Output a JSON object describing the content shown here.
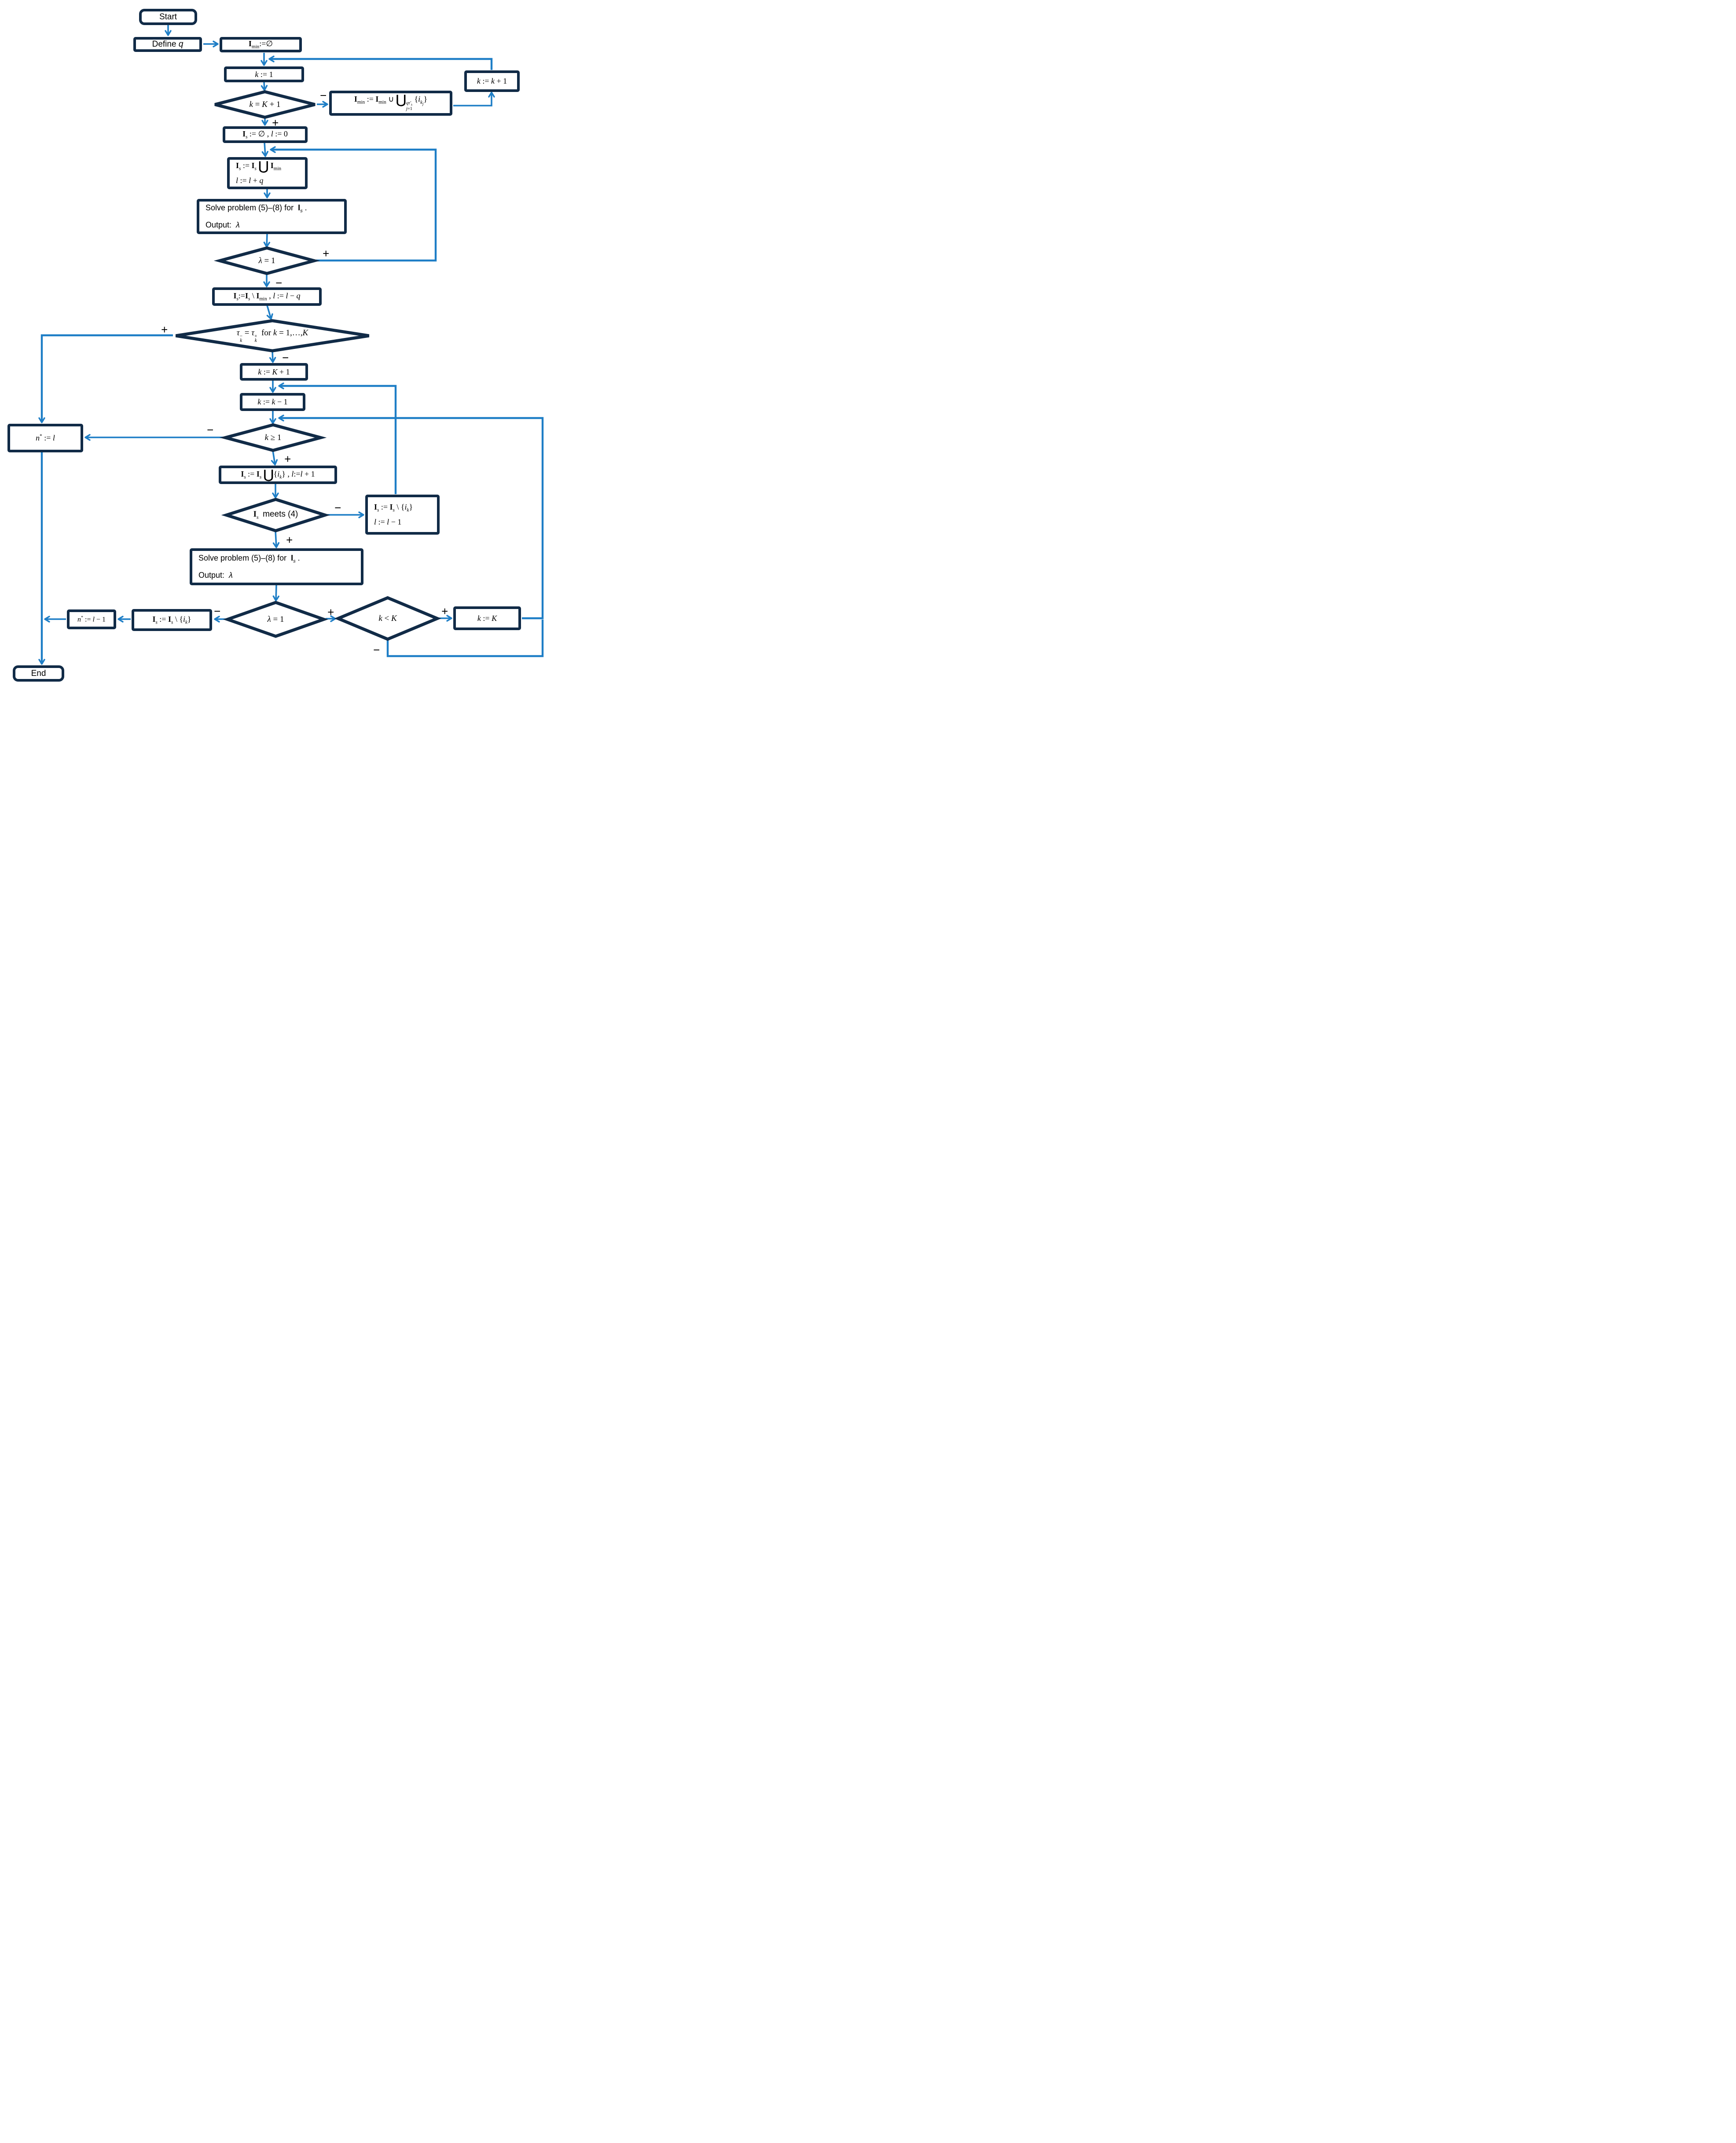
{
  "title": "Flowchart of subset-selection algorithm",
  "colors": {
    "shape_border": "#112b47",
    "arrow": "#1e7ec6",
    "text": "#000000",
    "background": "#ffffff"
  },
  "symbols": {
    "plus": "+",
    "minus": "−"
  },
  "nodes": {
    "start": {
      "label": "Start"
    },
    "define_q": {
      "label": "Define <i>q</i>"
    },
    "imin_empty": {
      "label": "<b>I</b><sub>min</sub>:=∅"
    },
    "k_init": {
      "label": "<i>k</i> := 1"
    },
    "d_k_eq_K1": {
      "label": "<i>k</i> = <i>K</i> + 1"
    },
    "imin_union": {
      "label": "<b>I</b><sub>min</sub> := <b>I</b><sub>min</sub> ∪ <span class='cup'>⋃</span><span class='lim'><span><i>qτ′<sub>k</sub></i></span><span><i>j</i>=1</span></span> {<i>i</i><sub><i>k</i><sub><i>j</i></sub></sub>}"
    },
    "k_plus_1": {
      "label": "<i>k</i> := <i>k</i> + 1"
    },
    "is_empty": {
      "label": "<b>I</b><sub><i>s</i></sub> := ∅ , <i>l</i> := 0"
    },
    "is_union": {
      "lines": [
        "<b>I</b><sub><i>s</i></sub> := <b>I</b><sub><i>s</i></sub> <span class='cup'>⋃</span> <b>I</b><sub>min</sub>",
        "<i>l</i> := <i>l</i> + <i>q</i>"
      ]
    },
    "solve1": {
      "lines": [
        "Solve problem (5)–(8) for&nbsp; <b>I</b><sub><i>s</i></sub> .",
        "Output:&nbsp; <i>λ</i>"
      ]
    },
    "d_lambda1": {
      "label": "<i>λ</i> = 1"
    },
    "is_setminus": {
      "label": "<b>I</b><sub><i>s</i></sub>:=<b>I</b><sub><i>s</i></sub> \\ <b>I</b><sub>min</sub> , <i>l</i> := <i>l</i> − <i>q</i>"
    },
    "d_tau": {
      "label": "<i>τ</i><span class='ss'><span>−</span><span><i>k</i></span></span> = <i>τ</i><span class='ss'><span>+</span><span><i>k</i></span></span>&nbsp; for <i>k</i> = 1,…,<i>K</i>"
    },
    "k_K_plus_1": {
      "label": "<i>k</i> := <i>K</i> + 1"
    },
    "k_minus_1": {
      "label": "<i>k</i> := <i>k</i> − 1"
    },
    "d_k_ge_1": {
      "label": "<i>k</i> ≥ 1"
    },
    "n_star_l": {
      "label": "<i>n</i><sup>*</sup> := <i>l</i>"
    },
    "is_add": {
      "label": "<b>I</b><sub><i>s</i></sub> := <b>I</b><sub><i>s</i></sub> <span class='cup'>⋃</span>{<i>i</i><sub><i>k</i></sub>} , <i>l</i>:=<i>l</i> + 1"
    },
    "d_meets": {
      "label": "<b>I</b><sub><i>s</i></sub>&nbsp; <span class='sans'>meets (4)</span>"
    },
    "is_remove": {
      "lines": [
        "<b>I</b><sub><i>s</i></sub> := <b>I</b><sub><i>s</i></sub> \\ {<i>i</i><sub><i>k</i></sub>}",
        "<i>l</i> := <i>l</i> − 1"
      ]
    },
    "solve2": {
      "lines": [
        "Solve problem (5)–(8) for&nbsp; <b>I</b><sub><i>s</i></sub> .",
        "Output:&nbsp; <i>λ</i>"
      ]
    },
    "d_lambda2": {
      "label": "<i>λ</i> = 1"
    },
    "d_k_lt_K": {
      "label": "<i>k</i> &lt; <i>K</i>"
    },
    "k_eq_K": {
      "label": "<i>k</i> := <i>K</i>"
    },
    "is_remove2": {
      "label": "<b>I</b><sub><i>s</i></sub> := <b>I</b><sub><i>s</i></sub> \\ {<i>i</i><sub><i>k</i></sub>}"
    },
    "n_star_lm1": {
      "label": "<i>n</i><sup>*</sup> := <i>l</i> − 1"
    },
    "end": {
      "label": "End"
    }
  },
  "edges": [
    {
      "from": "start",
      "to": "define_q",
      "sign": ""
    },
    {
      "from": "define_q",
      "to": "imin_empty",
      "sign": ""
    },
    {
      "from": "imin_empty",
      "to": "k_init",
      "sign": ""
    },
    {
      "from": "k_init",
      "to": "d_k_eq_K1",
      "sign": ""
    },
    {
      "from": "d_k_eq_K1",
      "to": "imin_union",
      "sign": "−"
    },
    {
      "from": "d_k_eq_K1",
      "to": "is_empty",
      "sign": "+"
    },
    {
      "from": "imin_union",
      "to": "k_plus_1",
      "sign": ""
    },
    {
      "from": "k_plus_1",
      "to": "k_init",
      "sign": ""
    },
    {
      "from": "is_empty",
      "to": "is_union",
      "sign": ""
    },
    {
      "from": "is_union",
      "to": "solve1",
      "sign": ""
    },
    {
      "from": "solve1",
      "to": "d_lambda1",
      "sign": ""
    },
    {
      "from": "d_lambda1",
      "to": "is_union",
      "sign": "+"
    },
    {
      "from": "d_lambda1",
      "to": "is_setminus",
      "sign": "−"
    },
    {
      "from": "is_setminus",
      "to": "d_tau",
      "sign": ""
    },
    {
      "from": "d_tau",
      "to": "n_star_l",
      "sign": "+"
    },
    {
      "from": "d_tau",
      "to": "k_K_plus_1",
      "sign": "−"
    },
    {
      "from": "k_K_plus_1",
      "to": "k_minus_1",
      "sign": ""
    },
    {
      "from": "k_minus_1",
      "to": "d_k_ge_1",
      "sign": ""
    },
    {
      "from": "d_k_ge_1",
      "to": "n_star_l",
      "sign": "−"
    },
    {
      "from": "d_k_ge_1",
      "to": "is_add",
      "sign": "+"
    },
    {
      "from": "is_add",
      "to": "d_meets",
      "sign": ""
    },
    {
      "from": "d_meets",
      "to": "is_remove",
      "sign": "−"
    },
    {
      "from": "is_remove",
      "to": "k_minus_1",
      "sign": ""
    },
    {
      "from": "d_meets",
      "to": "solve2",
      "sign": "+"
    },
    {
      "from": "solve2",
      "to": "d_lambda2",
      "sign": ""
    },
    {
      "from": "d_lambda2",
      "to": "is_remove2",
      "sign": "−"
    },
    {
      "from": "is_remove2",
      "to": "n_star_lm1",
      "sign": ""
    },
    {
      "from": "n_star_lm1",
      "to": "end",
      "sign": ""
    },
    {
      "from": "d_lambda2",
      "to": "d_k_lt_K",
      "sign": "+"
    },
    {
      "from": "d_k_lt_K",
      "to": "k_eq_K",
      "sign": "+"
    },
    {
      "from": "d_k_lt_K",
      "to": "d_k_ge_1",
      "sign": "−"
    },
    {
      "from": "k_eq_K",
      "to": "d_k_ge_1",
      "sign": ""
    },
    {
      "from": "n_star_l",
      "to": "end",
      "sign": ""
    }
  ]
}
